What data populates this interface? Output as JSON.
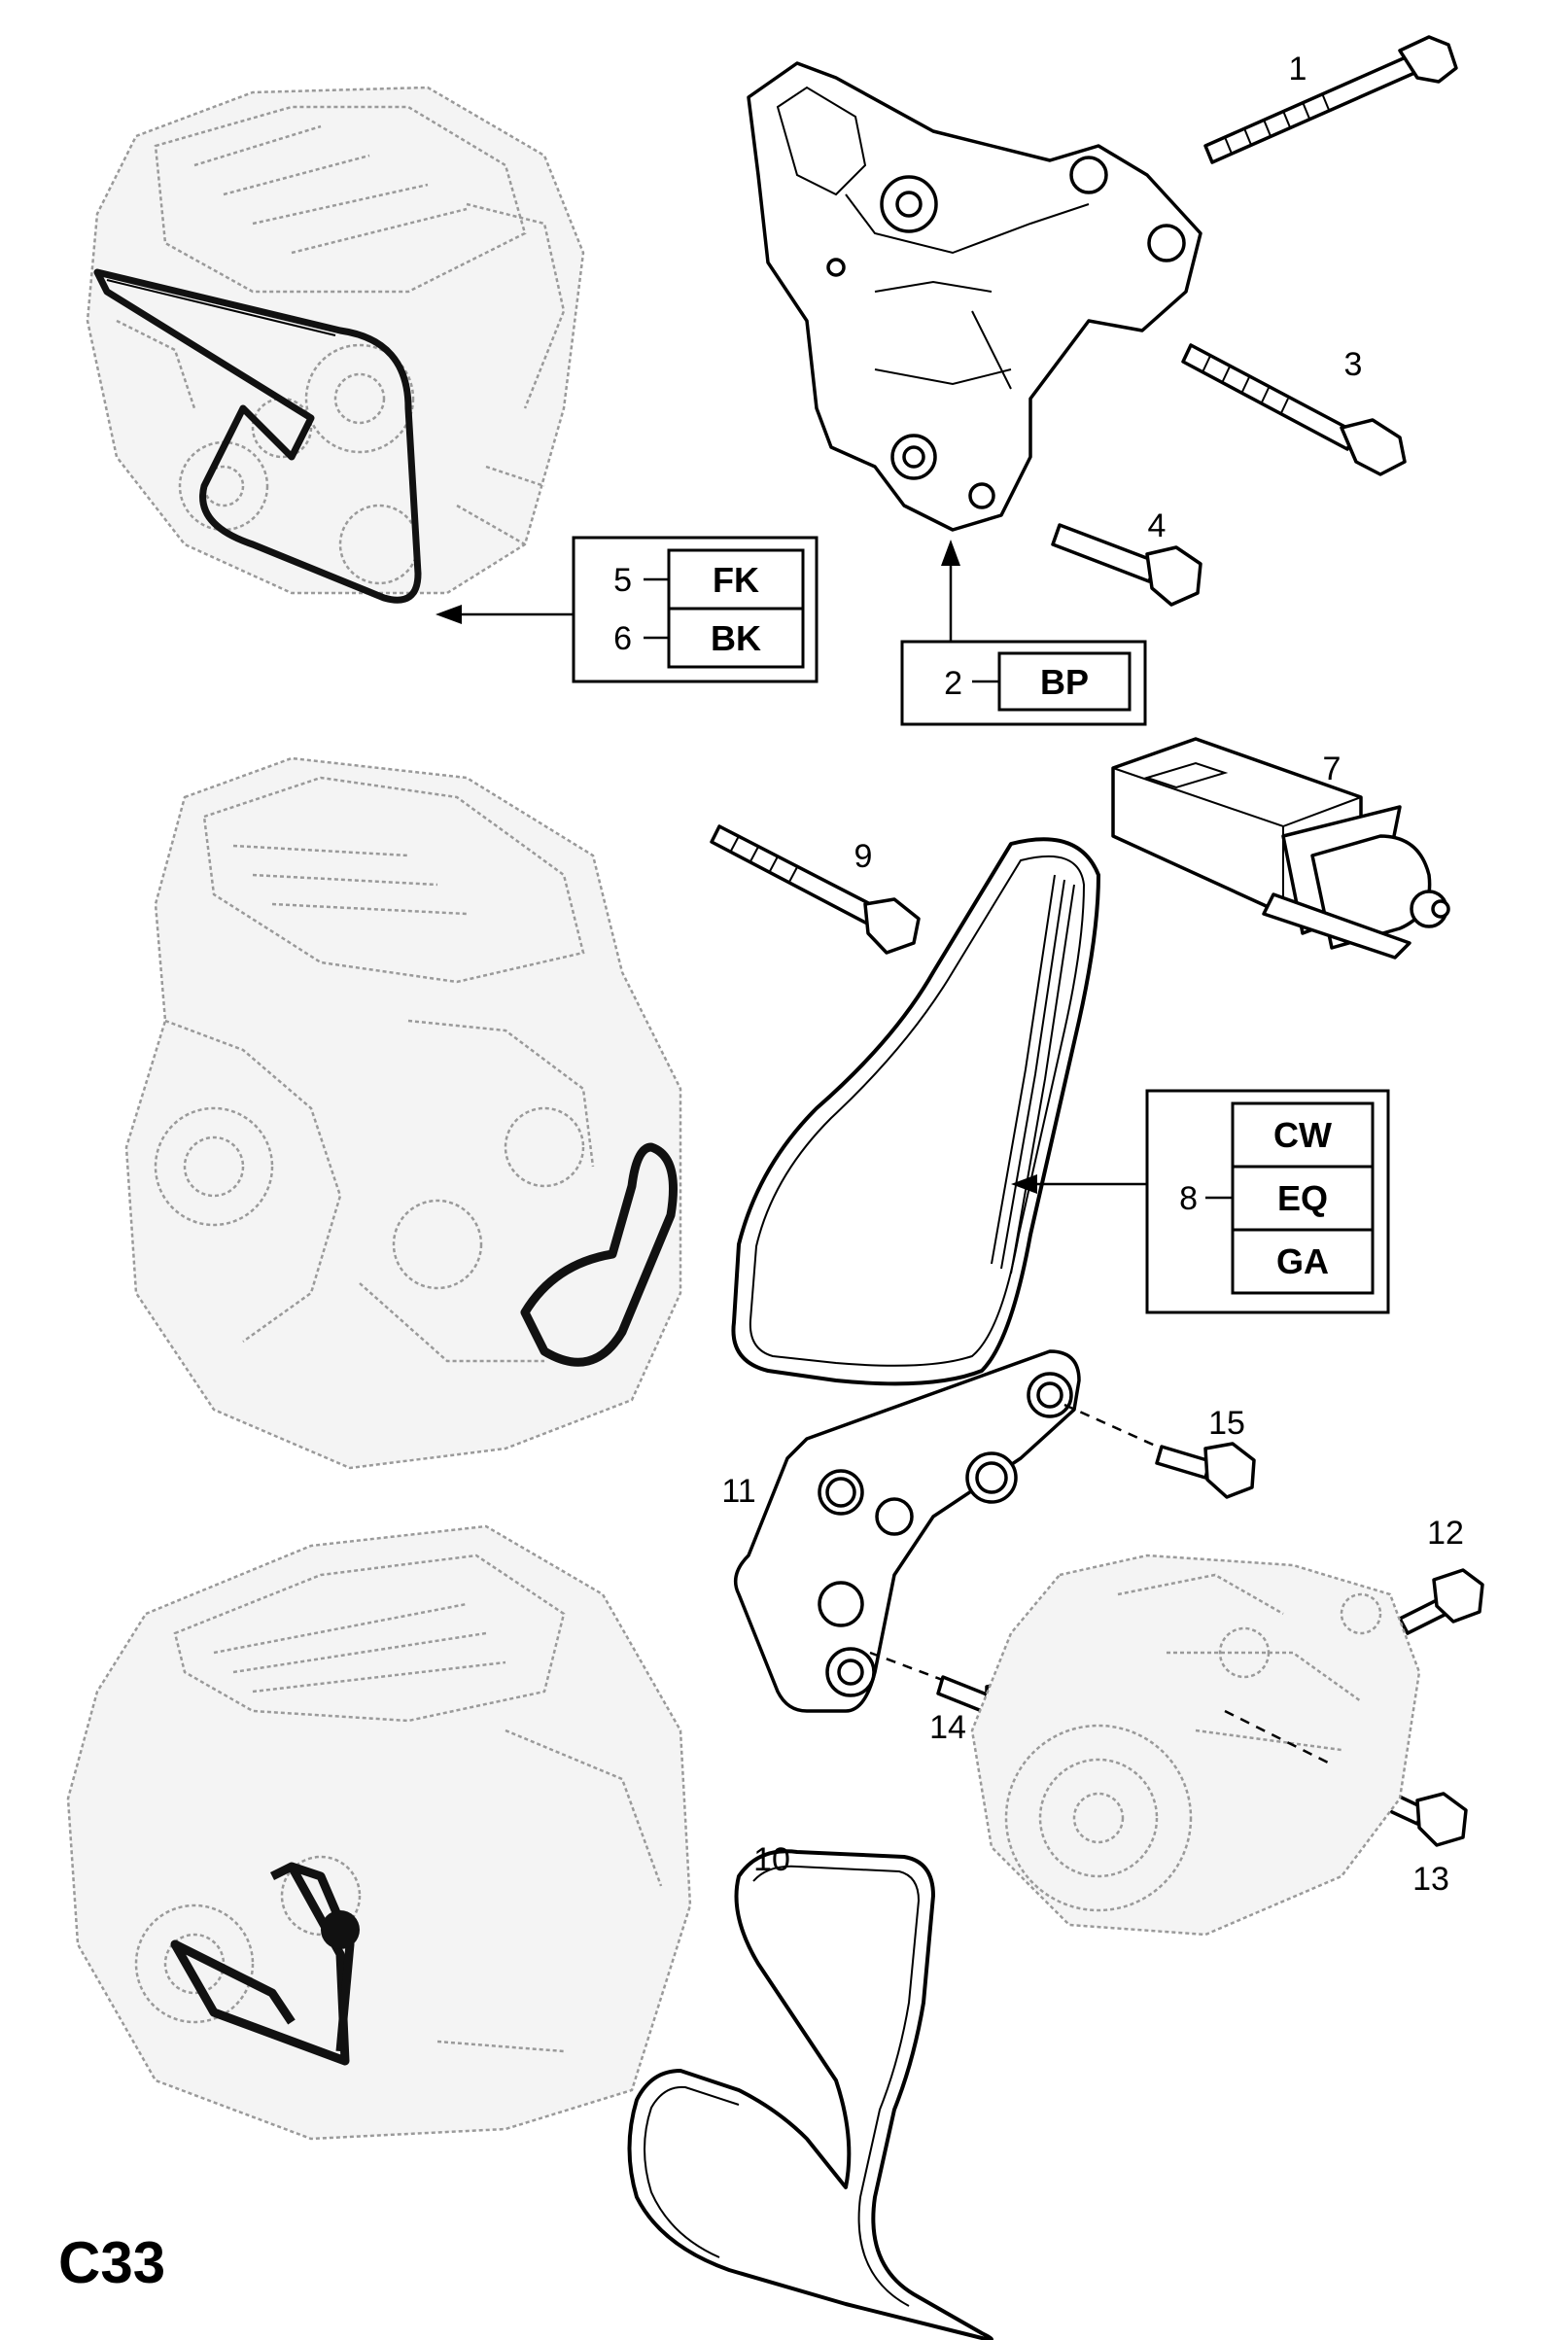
{
  "page_code": "C33",
  "callouts": {
    "c1": "1",
    "c2": "2",
    "c3": "3",
    "c4": "4",
    "c5": "5",
    "c6": "6",
    "c7": "7",
    "c8": "8",
    "c9": "9",
    "c10": "10",
    "c11": "11",
    "c12": "12",
    "c13": "13",
    "c14": "14",
    "c15": "15"
  },
  "codes": {
    "fk": "FK",
    "bk": "BK",
    "bp": "BP",
    "cw": "CW",
    "eq": "EQ",
    "ga": "GA"
  }
}
